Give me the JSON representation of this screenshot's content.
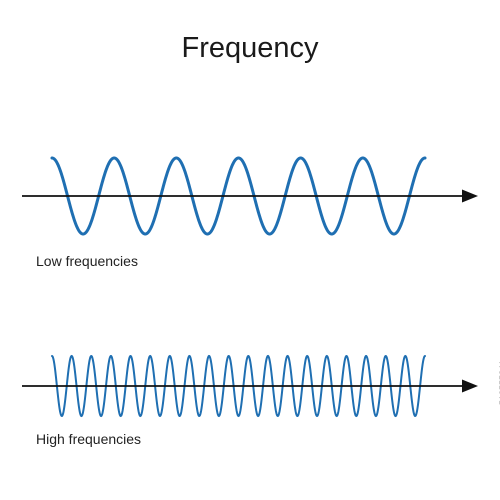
{
  "title": "Frequency",
  "colors": {
    "wave": "#1f6fb2",
    "axis": "#111111",
    "text": "#222222"
  },
  "panels": [
    {
      "label": "Low frequencies",
      "cycles": 6,
      "amplitude": 1
    },
    {
      "label": "High frequencies",
      "cycles": 19,
      "amplitude": 1
    }
  ],
  "stock_id": "513555241"
}
